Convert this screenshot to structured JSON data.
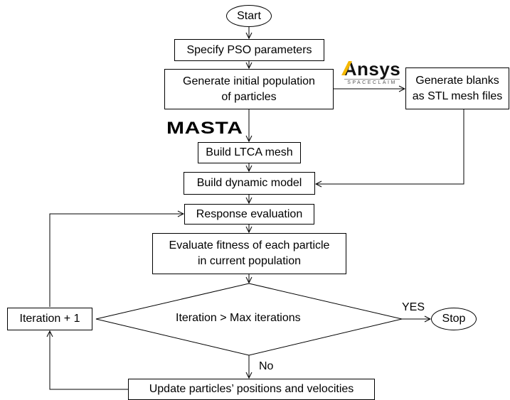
{
  "flowchart": {
    "start": "Start",
    "specify": "Specify PSO parameters",
    "generate_line1": "Generate initial population",
    "generate_line2": "of particles",
    "blanks_line1": "Generate blanks",
    "blanks_line2": "as STL mesh files",
    "ltca": "Build LTCA mesh",
    "dynamic": "Build dynamic model",
    "response": "Response evaluation",
    "fitness_line1": "Evaluate fitness of each particle",
    "fitness_line2": "in current population",
    "decision": "Iteration > Max iterations",
    "yes_label": "YES",
    "no_label": "No",
    "stop": "Stop",
    "iteration": "Iteration + 1",
    "update": "Update particles’ positions and velocities"
  },
  "logos": {
    "ansys_main": "Ansys",
    "ansys_sub": "SPACECLAIM",
    "masta": "MASTA"
  }
}
